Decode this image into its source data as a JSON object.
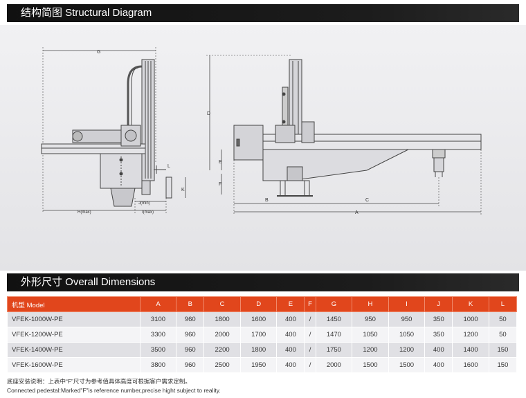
{
  "sections": {
    "structural_title": "结构简图  Structural Diagram",
    "dimensions_title": "外形尺寸  Overall Dimensions"
  },
  "diagram": {
    "labels": {
      "G": "G",
      "H_max": "H(max)",
      "J_min": "J(min)",
      "I_max": "I(max)",
      "L": "L",
      "K": "K",
      "D": "D",
      "E": "E",
      "F": "F",
      "B": "B",
      "C": "C",
      "A": "A"
    }
  },
  "table": {
    "headers": [
      "机型 Model",
      "A",
      "B",
      "C",
      "D",
      "E",
      "F",
      "G",
      "H",
      "I",
      "J",
      "K",
      "L"
    ],
    "rows": [
      [
        "VFEK-1000W-PE",
        "3100",
        "960",
        "1800",
        "1600",
        "400",
        "/",
        "1450",
        "950",
        "950",
        "350",
        "1000",
        "50"
      ],
      [
        "VFEK-1200W-PE",
        "3300",
        "960",
        "2000",
        "1700",
        "400",
        "/",
        "1470",
        "1050",
        "1050",
        "350",
        "1200",
        "50"
      ],
      [
        "VFEK-1400W-PE",
        "3500",
        "960",
        "2200",
        "1800",
        "400",
        "/",
        "1750",
        "1200",
        "1200",
        "400",
        "1400",
        "150"
      ],
      [
        "VFEK-1600W-PE",
        "3800",
        "960",
        "2500",
        "1950",
        "400",
        "/",
        "2000",
        "1500",
        "1500",
        "400",
        "1600",
        "150"
      ]
    ]
  },
  "notes": {
    "cn": "底座安装说明：上表中“F”尺寸为参考值具体高度可根据客户需求定制。",
    "en": "Connected pedestal:Marked\"F\"is reference number,precise hight subject to reality."
  },
  "colors": {
    "header_bar": "#111111",
    "table_header": "#e1461c",
    "row_dark": "#e0e0e4",
    "row_light": "#f4f4f6"
  }
}
